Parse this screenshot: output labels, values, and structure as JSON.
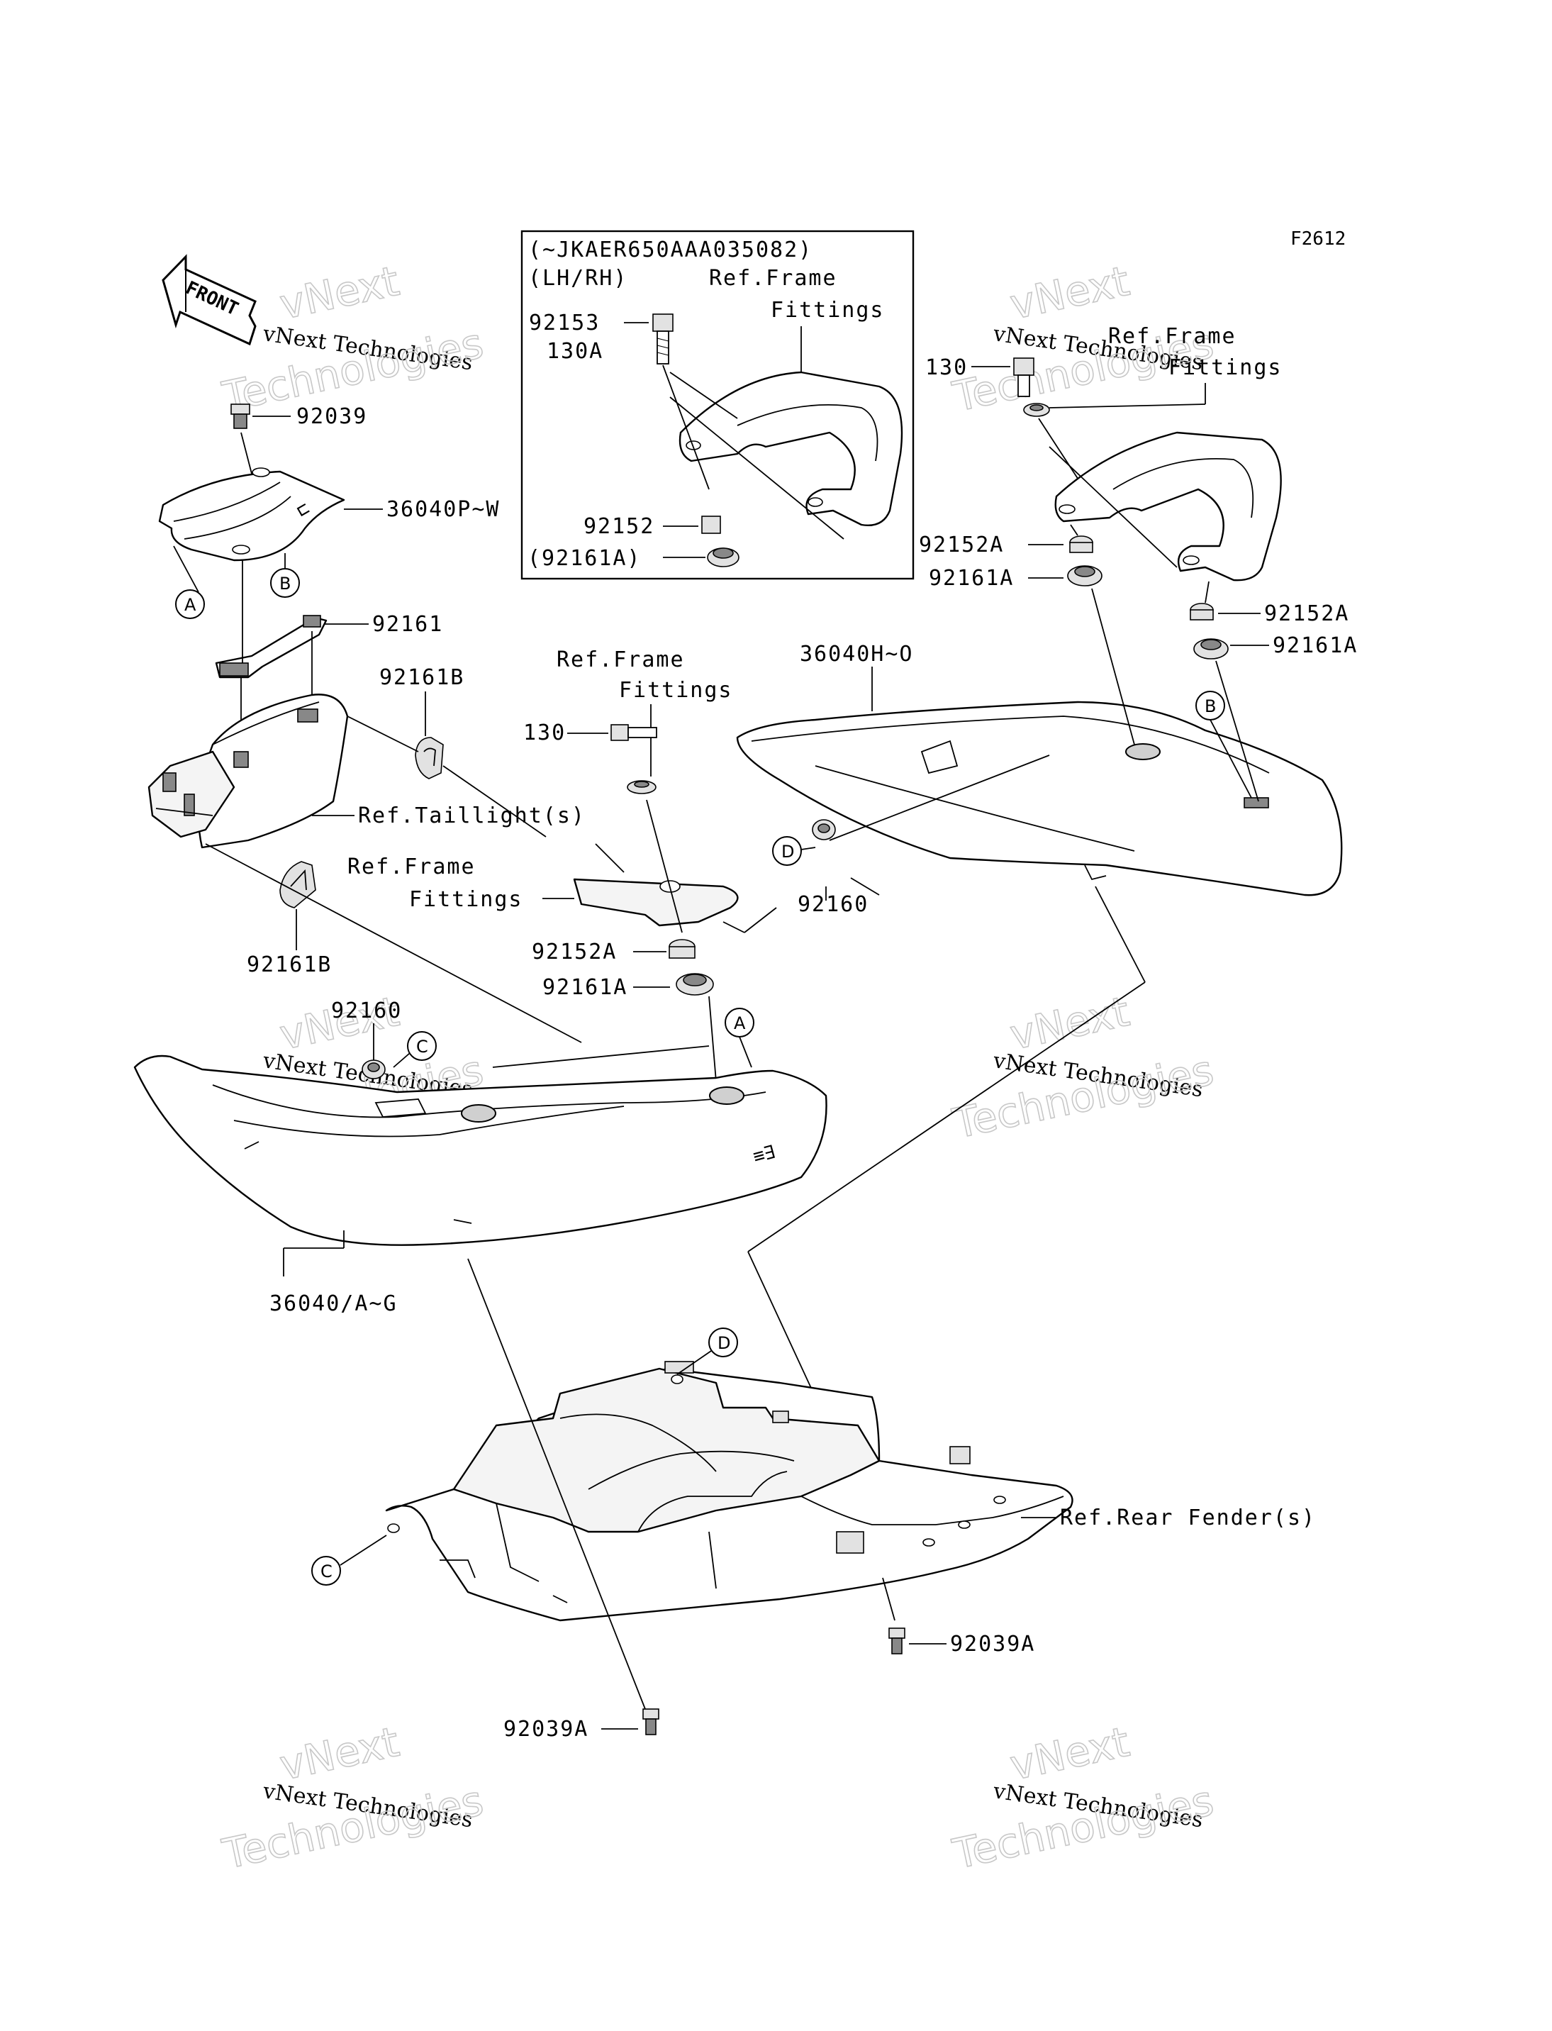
{
  "figure_code": "F2612",
  "front_arrow": "FRONT",
  "inset": {
    "line1": "(~JKAER650AAA035082)",
    "line2": "(LH/RH)",
    "ref_line1": "Ref.Frame",
    "ref_line2": "Fittings",
    "bolt_label1": "92153",
    "bolt_label2": "130A",
    "collar_label": "92152",
    "grommet_label": "(92161A)"
  },
  "labels": {
    "p92039": "92039",
    "p36040pw": "36040P~W",
    "p92161": "92161",
    "p92161b_top": "92161B",
    "ref_taillight": "Ref.Taillight(s)",
    "ref_frame_mid_1": "Ref.Frame",
    "ref_frame_mid_2": "Fittings",
    "p92161b_bot": "92161B",
    "ref_frame_c_1": "Ref.Frame",
    "ref_frame_c_2": "Fittings",
    "p130_c": "130",
    "p92152a_c": "92152A",
    "p92161a_c": "92161A",
    "p92160_top": "92160",
    "p36040ho": "36040H~O",
    "p130_r": "130",
    "ref_frame_r_1": "Ref.Frame",
    "ref_frame_r_2": "Fittings",
    "p92152a_r1": "92152A",
    "p92161a_r1": "92161A",
    "p92152a_r2": "92152A",
    "p92161a_r2": "92161A",
    "p92160_left": "92160",
    "p36040ag": "36040/A~G",
    "ref_rear_fender": "Ref.Rear Fender(s)",
    "p92039a_r": "92039A",
    "p92039a_l": "92039A"
  },
  "callouts": {
    "A": "A",
    "B": "B",
    "C": "C",
    "D": "D"
  },
  "watermark": {
    "line1": "vNext",
    "line2": "vNext Technologies",
    "line3": "Technologies"
  }
}
